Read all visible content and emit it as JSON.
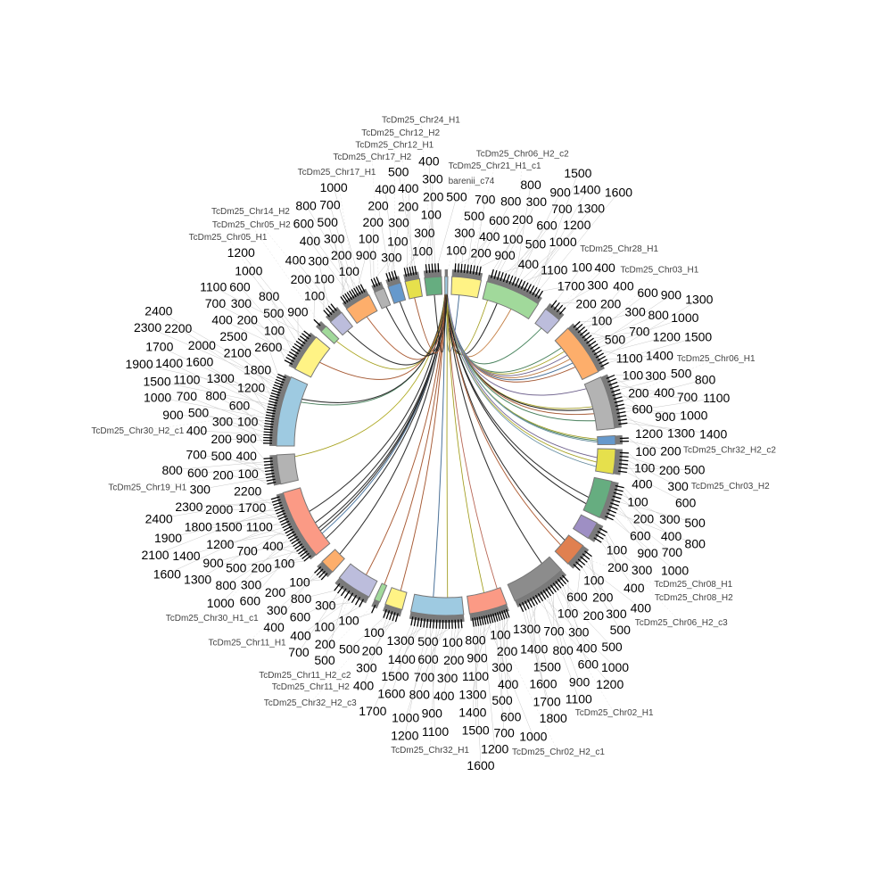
{
  "segments": [
    {
      "name": "barenii_c74",
      "start": 359.6,
      "end": 0.6,
      "color": "#9ecae1",
      "ticks": 0
    },
    {
      "name": "TcDm25_Chr21_H1_c1",
      "start": 2,
      "end": 12,
      "color": "#fff385",
      "ticks": 9
    },
    {
      "name": "TcDm25_Chr06_H2_c2",
      "start": 14,
      "end": 33,
      "color": "#a1d99b",
      "ticks": 17
    },
    {
      "name": "TcDm25_Chr28_H1",
      "start": 36,
      "end": 42,
      "color": "#bcbddc",
      "ticks": 4
    },
    {
      "name": "TcDm25_Chr03_H1",
      "start": 46,
      "end": 64,
      "color": "#fdae6b",
      "ticks": 15
    },
    {
      "name": "TcDm25_Chr06_H1",
      "start": 66,
      "end": 84,
      "color": "#b3b3b3",
      "ticks": 14
    },
    {
      "name": "TcDm25_Chr32_H2_c2",
      "start": 86.5,
      "end": 89.5,
      "color": "#6699cc",
      "ticks": 2
    },
    {
      "name": "TcDm25_Chr03_H2",
      "start": 91,
      "end": 99.5,
      "color": "#e6e04c",
      "ticks": 6
    },
    {
      "name": "TcDm25_Chr08_H1",
      "start": 102,
      "end": 115,
      "color": "#66ad80",
      "ticks": 10
    },
    {
      "name": "TcDm25_Chr06_H2_c3",
      "start": 117,
      "end": 123,
      "color": "#9e8fc4",
      "ticks": 4
    },
    {
      "name": "TcDm25_Chr08_H2",
      "start": 126,
      "end": 134,
      "color": "#e08050",
      "ticks": 6
    },
    {
      "name": "TcDm25_Chr02_H1",
      "start": 137,
      "end": 156,
      "color": "#8c8c8c",
      "ticks": 18
    },
    {
      "name": "TcDm25_Chr02_H2_c1",
      "start": 159,
      "end": 172,
      "color": "#fb9a85",
      "ticks": 16
    },
    {
      "name": "TcDm25_Chr32_H1",
      "start": 174,
      "end": 192,
      "color": "#9ecae1",
      "ticks": 17
    },
    {
      "name": "TcDm25_Chr32_H2_c3",
      "start": 195,
      "end": 201,
      "color": "#fff385",
      "ticks": 5
    },
    {
      "name": "TcDm25_Chr11_H2_c2",
      "start": 203,
      "end": 205,
      "color": "#a1d99b",
      "ticks": 1
    },
    {
      "name": "TcDm25_Chr11_H2",
      "start": 207,
      "end": 219,
      "color": "#bcbddc",
      "ticks": 8
    },
    {
      "name": "TcDm25_Chr11_H1",
      "start": 222,
      "end": 227,
      "color": "#fdae6b",
      "ticks": 4
    },
    {
      "name": "TcDm25_Chr30_H1_c1",
      "start": 230,
      "end": 254,
      "color": "#fb9a85",
      "ticks": 24
    },
    {
      "name": "TcDm25_Chr19_H1",
      "start": 257,
      "end": 267,
      "color": "#b3b3b3",
      "ticks": 9
    },
    {
      "name": "TcDm25_Chr30_H2_c1",
      "start": 270,
      "end": 294,
      "color": "#9ecae1",
      "ticks": 26
    },
    {
      "name": "TcDm25_Chr05_H1",
      "start": 297,
      "end": 310,
      "color": "#fff385",
      "ticks": 12
    },
    {
      "name": "TcDm25_Chr05_H2",
      "start": 312.5,
      "end": 315,
      "color": "#a1d99b",
      "ticks": 1
    },
    {
      "name": "TcDm25_Chr14_H2",
      "start": 317,
      "end": 322,
      "color": "#bcbddc",
      "ticks": 4
    },
    {
      "name": "TcDm25_Chr17_H1",
      "start": 324,
      "end": 333,
      "color": "#fdae6b",
      "ticks": 10
    },
    {
      "name": "TcDm25_Chr17_H2",
      "start": 335,
      "end": 338.5,
      "color": "#b3b3b3",
      "ticks": 3
    },
    {
      "name": "TcDm25_Chr12_H1",
      "start": 340,
      "end": 344.5,
      "color": "#6699cc",
      "ticks": 4
    },
    {
      "name": "TcDm25_Chr12_H2",
      "start": 346,
      "end": 351,
      "color": "#e6e04c",
      "ticks": 5
    },
    {
      "name": "TcDm25_Chr24_H1",
      "start": 352.7,
      "end": 358.5,
      "color": "#66ad80",
      "ticks": 5
    }
  ],
  "links": [
    [
      1,
      0.3,
      "#6699cc"
    ],
    [
      2,
      0.1,
      "#e6e04c"
    ],
    [
      2,
      0.3,
      "#222"
    ],
    [
      2,
      0.6,
      "#fdae6b"
    ],
    [
      3,
      0.5,
      "#66ad80"
    ],
    [
      4,
      0.2,
      "#66ad80"
    ],
    [
      4,
      0.3,
      "#e6e04c"
    ],
    [
      4,
      0.4,
      "#9e8fc4"
    ],
    [
      4,
      0.5,
      "#fdae6b"
    ],
    [
      4,
      0.6,
      "#6699cc"
    ],
    [
      4,
      0.7,
      "#e08050"
    ],
    [
      5,
      0.1,
      "#9e8fc4"
    ],
    [
      5,
      0.5,
      "#e6e04c"
    ],
    [
      5,
      0.55,
      "#222"
    ],
    [
      5,
      0.65,
      "#e08050"
    ],
    [
      5,
      0.8,
      "#66ad80"
    ],
    [
      6,
      0.3,
      "#e6e04c"
    ],
    [
      6,
      0.5,
      "#66ad80"
    ],
    [
      6,
      0.7,
      "#9ecae1"
    ],
    [
      7,
      0.4,
      "#9e8fc4"
    ],
    [
      7,
      0.6,
      "#e6e04c"
    ],
    [
      7,
      0.8,
      "#9ecae1"
    ],
    [
      8,
      0.6,
      "#333"
    ],
    [
      8,
      0.8,
      "#222"
    ],
    [
      10,
      0.3,
      "#333"
    ],
    [
      10,
      0.6,
      "#e08050"
    ],
    [
      11,
      0.2,
      "#333"
    ],
    [
      12,
      0.1,
      "#fb9a85"
    ],
    [
      12,
      0.5,
      "#e6e04c"
    ],
    [
      13,
      0.3,
      "#e6e04c"
    ],
    [
      13,
      0.6,
      "#6699cc"
    ],
    [
      14,
      0.4,
      "#e08050"
    ],
    [
      15,
      0.5,
      "#e08050"
    ],
    [
      16,
      0.4,
      "#e08050"
    ],
    [
      17,
      0.5,
      "#333"
    ],
    [
      18,
      0.1,
      "#333"
    ],
    [
      18,
      0.2,
      "#6699cc"
    ],
    [
      18,
      0.25,
      "#333"
    ],
    [
      18,
      0.3,
      "#333"
    ],
    [
      18,
      0.4,
      "#333"
    ],
    [
      18,
      0.6,
      "#333"
    ],
    [
      19,
      0.9,
      "#e6e04c"
    ],
    [
      20,
      0.7,
      "#66ad80"
    ],
    [
      20,
      0.75,
      "#333"
    ],
    [
      21,
      0.5,
      "#e08050"
    ],
    [
      22,
      0.5,
      "#e6e04c"
    ],
    [
      23,
      0.5,
      "#333"
    ],
    [
      24,
      0.5,
      "#e08050"
    ],
    [
      25,
      0.5,
      "#333"
    ],
    [
      26,
      0.5,
      "#333"
    ],
    [
      27,
      0.4,
      "#e08050"
    ],
    [
      28,
      0.5,
      "#333"
    ]
  ]
}
